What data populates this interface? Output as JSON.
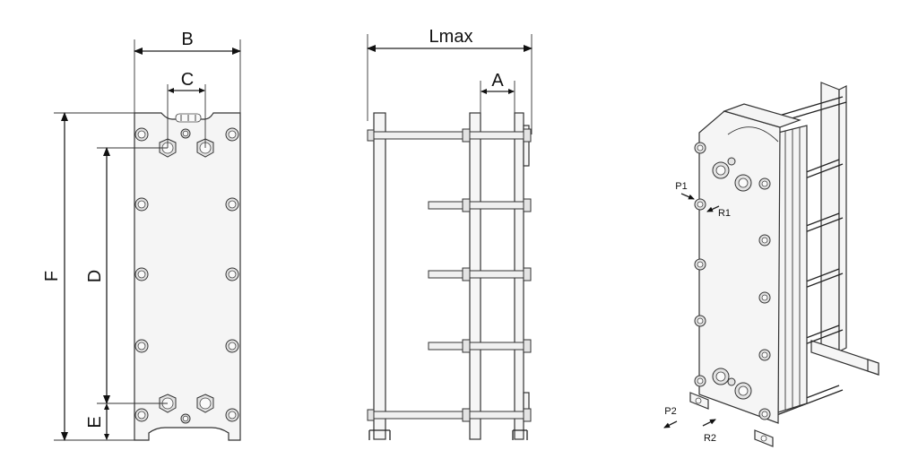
{
  "front_view": {
    "dim_B": "B",
    "dim_C": "C",
    "dim_D": "D",
    "dim_E": "E",
    "dim_F": "F"
  },
  "side_view": {
    "dim_Lmax": "Lmax",
    "dim_A": "A"
  },
  "iso_view": {
    "port_P1": "P1",
    "port_R1": "R1",
    "port_P2": "P2",
    "port_R2": "R2"
  }
}
